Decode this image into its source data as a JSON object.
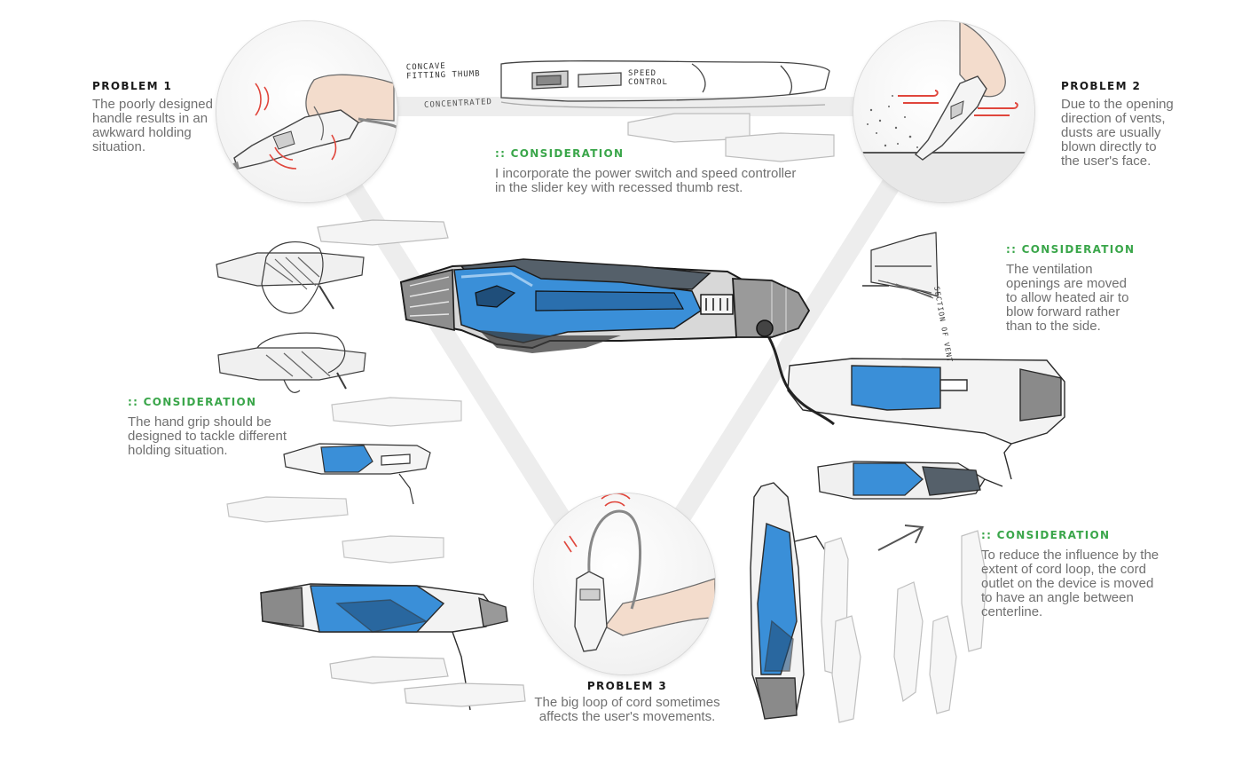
{
  "problems": [
    {
      "heading": "PROBLEM 1",
      "text_lines": [
        "The poorly designed",
        "handle results in an",
        "awkward holding",
        "situation."
      ]
    },
    {
      "heading": "PROBLEM 2",
      "text_lines": [
        "Due to the opening",
        "direction of vents,",
        "dusts are usually",
        "blown directly to",
        "the user's face."
      ]
    },
    {
      "heading": "PROBLEM 3",
      "text_lines": [
        "The big loop of cord sometimes",
        "affects the user's movements."
      ]
    }
  ],
  "considerations": [
    {
      "heading": ":: CONSIDERATION",
      "text_lines": [
        "I incorporate the power switch and speed controller",
        "in the slider key with recessed thumb rest."
      ]
    },
    {
      "heading": ":: CONSIDERATION",
      "text_lines": [
        "The ventilation",
        "openings are moved",
        "to allow heated air to",
        "blow forward rather",
        "than to the side."
      ]
    },
    {
      "heading": ":: CONSIDERATION",
      "text_lines": [
        "The hand grip should be",
        "designed to tackle different",
        "holding situation."
      ]
    },
    {
      "heading": ":: CONSIDERATION",
      "text_lines": [
        "To reduce the influence by the",
        "extent of cord loop, the cord",
        "outlet  on the device is moved",
        "to have an angle between",
        "centerline."
      ]
    }
  ],
  "sketch_notes": {
    "concave_1": "CONCAVE",
    "concave_2": "FITTING THUMB",
    "speed_1": "SPEED",
    "speed_2": "CONTROL",
    "concentrated": "CONCENTRATED",
    "section_1": "SECTION",
    "section_2": "OF VENT"
  },
  "colors": {
    "accent_green": "#3aa64a",
    "heading_dark": "#1a1a1a",
    "body_gray": "#707070",
    "marker_blue": "#3a8fd8",
    "warning_red": "#e0463c"
  }
}
